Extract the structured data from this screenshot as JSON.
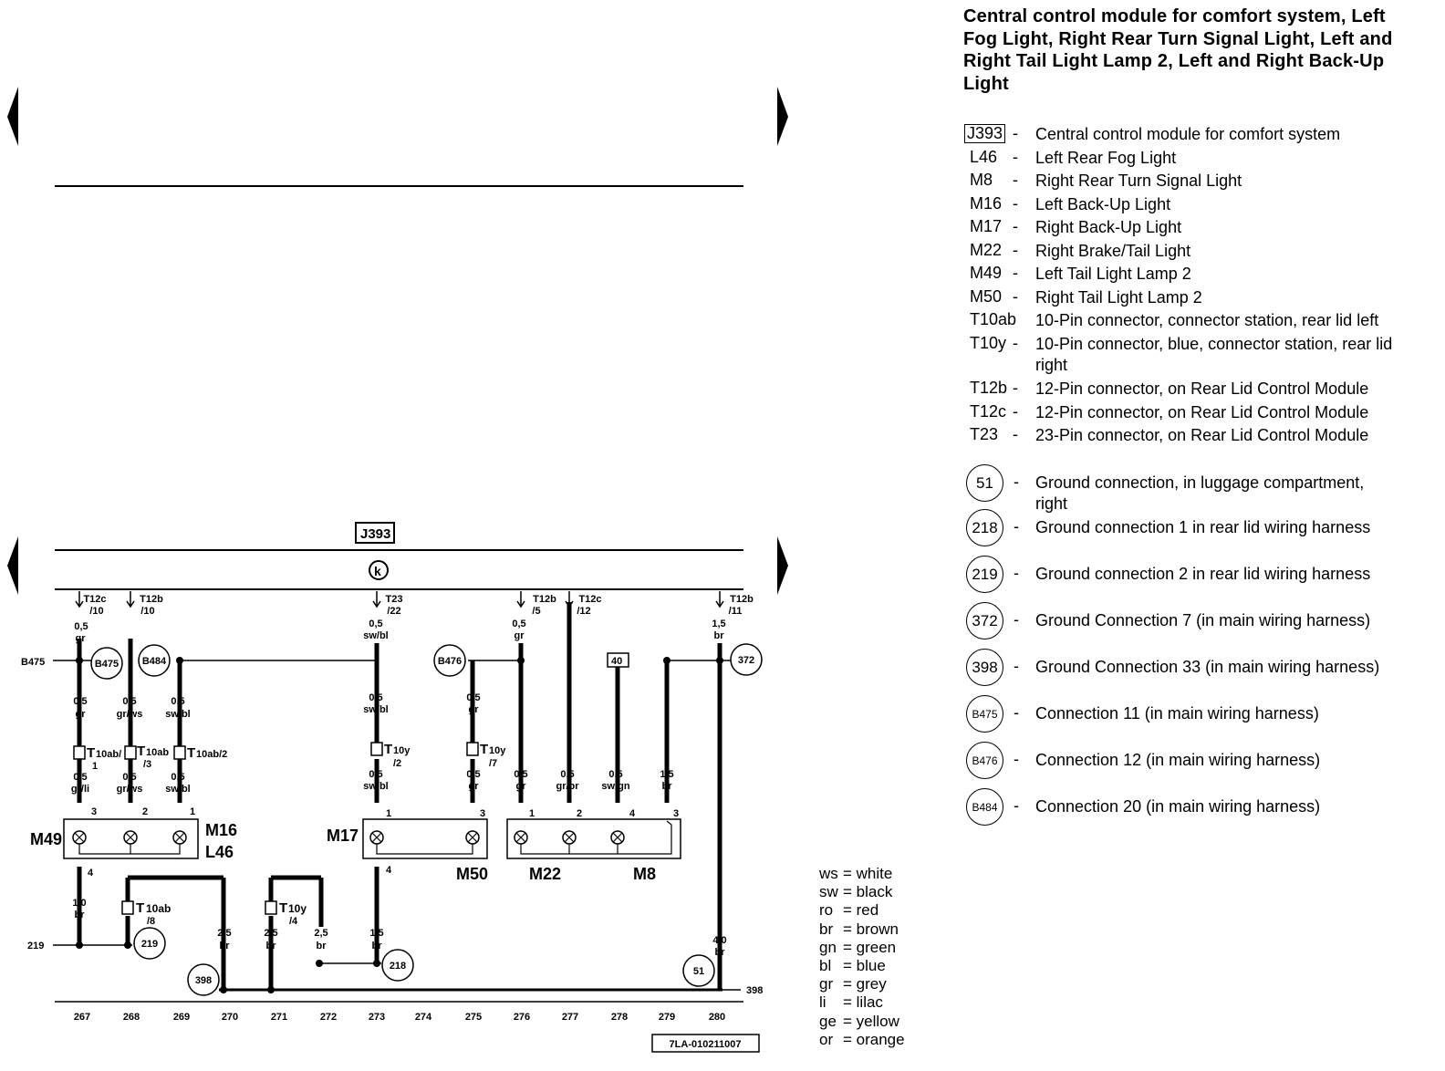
{
  "title": "Central control module for comfort system, Left Fog Light, Right Rear Turn Signal Light, Left and Right Tail Light Lamp 2, Left and Right  Back-Up Light",
  "legend": [
    {
      "code": "J393",
      "desc": "Central control module for comfort system"
    },
    {
      "code": "L46",
      "desc": "Left Rear Fog Light"
    },
    {
      "code": "M8",
      "desc": "Right Rear Turn Signal Light"
    },
    {
      "code": "M16",
      "desc": "Left Back-Up Light"
    },
    {
      "code": "M17",
      "desc": "Right Back-Up Light"
    },
    {
      "code": "M22",
      "desc": "Right Brake/Tail Light"
    },
    {
      "code": "M49",
      "desc": "Left Tail Light Lamp 2"
    },
    {
      "code": "M50",
      "desc": "Right Tail Light Lamp 2"
    },
    {
      "code": "T10ab",
      "desc": "10-Pin connector, connector station, rear lid left"
    },
    {
      "code": "T10y",
      "desc": "10-Pin connector, blue, connector station, rear lid right"
    },
    {
      "code": "T12b",
      "desc": "12-Pin connector, on Rear Lid Control Module"
    },
    {
      "code": "T12c",
      "desc": "12-Pin connector, on Rear Lid Control Module"
    },
    {
      "code": "T23",
      "desc": "23-Pin connector, on Rear Lid Control Module"
    }
  ],
  "grounds": [
    {
      "code": "51",
      "desc": "Ground connection, in luggage compartment, right"
    },
    {
      "code": "218",
      "desc": "Ground connection 1 in rear lid wiring harness"
    },
    {
      "code": "219",
      "desc": "Ground connection 2 in rear lid wiring harness"
    },
    {
      "code": "372",
      "desc": "Ground Connection 7 (in main wiring harness)"
    },
    {
      "code": "398",
      "desc": "Ground Connection 33 (in main wiring harness)"
    },
    {
      "code": "B475",
      "desc": "Connection 11 (in main wiring harness)"
    },
    {
      "code": "B476",
      "desc": "Connection 12 (in main wiring harness)"
    },
    {
      "code": "B484",
      "desc": "Connection 20 (in main wiring harness)"
    }
  ],
  "wire_colors": [
    {
      "code": "ws",
      "name": "white"
    },
    {
      "code": "sw",
      "name": "black"
    },
    {
      "code": "ro",
      "name": "red"
    },
    {
      "code": "br",
      "name": "brown"
    },
    {
      "code": "gn",
      "name": "green"
    },
    {
      "code": "bl",
      "name": "blue"
    },
    {
      "code": "gr",
      "name": "grey"
    },
    {
      "code": "li",
      "name": "lilac"
    },
    {
      "code": "ge",
      "name": "yellow"
    },
    {
      "code": "or",
      "name": "orange"
    }
  ],
  "diagram": {
    "module_label": "J393",
    "module_sub": "k",
    "doc_number": "7LA-010211007",
    "track_numbers": [
      "267",
      "268",
      "269",
      "270",
      "271",
      "272",
      "273",
      "274",
      "275",
      "276",
      "277",
      "278",
      "279",
      "280"
    ],
    "terminal_40": "40",
    "ext_b475": "B475",
    "ext_219": "219",
    "ext_398": "398",
    "components": {
      "m49": "M49",
      "m16": "M16",
      "l46": "L46",
      "m17": "M17",
      "m50": "M50",
      "m22": "M22",
      "m8": "M8"
    }
  }
}
